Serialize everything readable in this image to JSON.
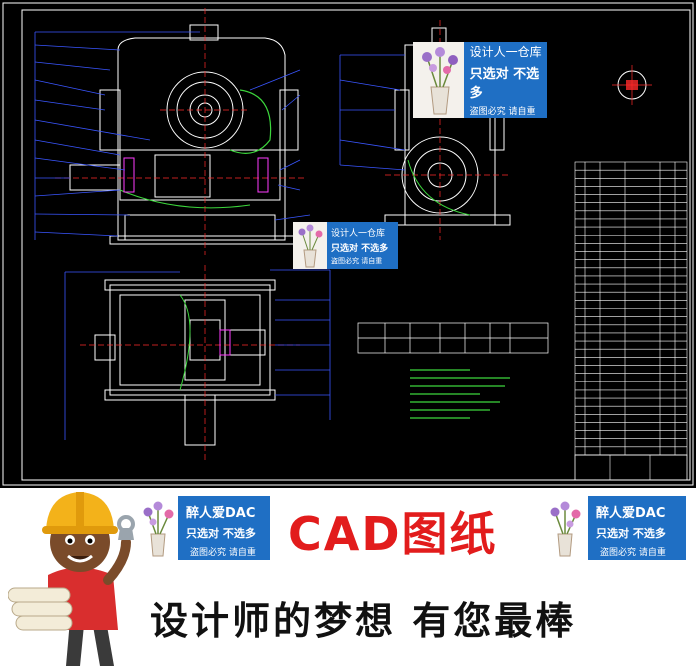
{
  "watermark": {
    "line1": "设计人一仓库",
    "line2": "只选对 不选多",
    "line3": "盗图必究 请自重"
  },
  "footer": {
    "title": "CAD图纸",
    "slogan": "设计师的梦想  有您最棒",
    "badge_left": {
      "line1": "醉人爱DAC",
      "line2": "只选对 不选多",
      "line3": "盗图必究 请自重"
    },
    "badge_right": {
      "line1": "醉人爱DAC",
      "line2": "只选对 不选多",
      "line3": "盗图必究 请自重"
    }
  },
  "colors": {
    "cad_background": "#000000",
    "cad_lines": "#ffffff",
    "leader_lines": "#3a56ff",
    "accent_green": "#3cd63c",
    "accent_red": "#ff2a2a",
    "accent_magenta": "#ff3bff",
    "watermark_blue": "#1f6fc4",
    "title_red": "#e21c1c"
  },
  "icons": [
    "worker-mascot-icon",
    "flower-vase-icon",
    "gear-section-icon"
  ]
}
